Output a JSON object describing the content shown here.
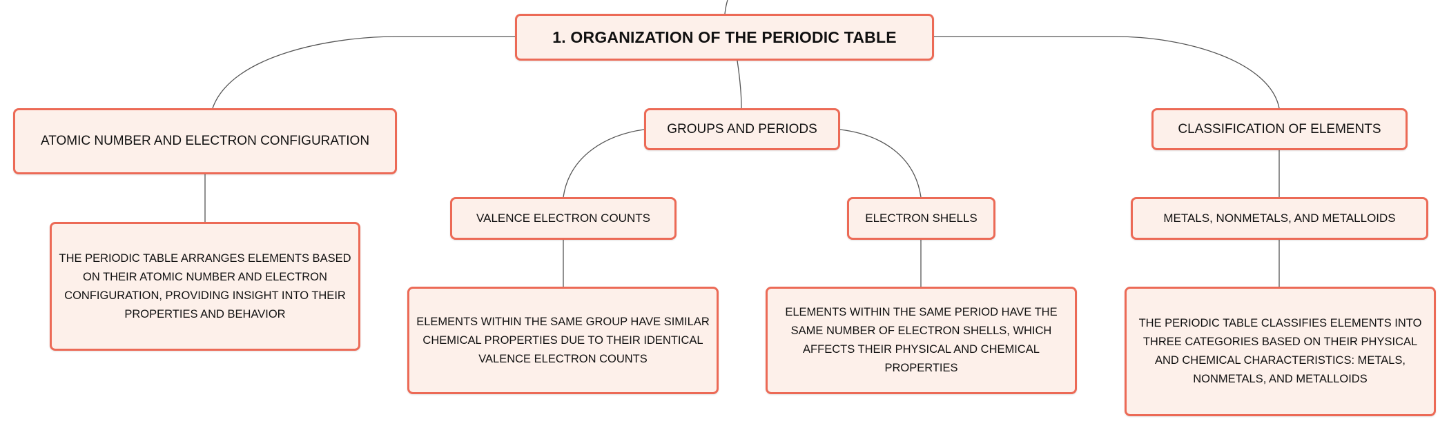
{
  "diagram": {
    "root": {
      "label": "1. ORGANIZATION OF THE PERIODIC TABLE"
    },
    "topics": {
      "atomic": {
        "label": "ATOMIC NUMBER AND ELECTRON CONFIGURATION",
        "description": "THE PERIODIC TABLE ARRANGES ELEMENTS BASED ON THEIR ATOMIC NUMBER AND ELECTRON CONFIGURATION, PROVIDING INSIGHT INTO THEIR PROPERTIES AND BEHAVIOR"
      },
      "groups": {
        "label": "GROUPS AND PERIODS",
        "subtopics": {
          "valence": {
            "label": "VALENCE ELECTRON COUNTS",
            "description": "ELEMENTS WITHIN THE SAME GROUP HAVE SIMILAR CHEMICAL PROPERTIES DUE TO THEIR IDENTICAL VALENCE ELECTRON COUNTS"
          },
          "shells": {
            "label": "ELECTRON SHELLS",
            "description": "ELEMENTS WITHIN THE SAME PERIOD HAVE THE SAME NUMBER OF ELECTRON SHELLS, WHICH AFFECTS THEIR PHYSICAL AND CHEMICAL PROPERTIES"
          }
        }
      },
      "classification": {
        "label": "CLASSIFICATION OF ELEMENTS",
        "subtopics": {
          "metals": {
            "label": "METALS, NONMETALS, AND METALLOIDS",
            "description": "THE PERIODIC TABLE CLASSIFIES ELEMENTS INTO THREE CATEGORIES BASED ON THEIR PHYSICAL AND CHEMICAL CHARACTERISTICS: METALS, NONMETALS, AND METALLOIDS"
          }
        }
      }
    },
    "colors": {
      "node_fill": "#fdf0ea",
      "node_border": "#ec6a56",
      "connector": "#555555",
      "text": "#111111"
    }
  }
}
